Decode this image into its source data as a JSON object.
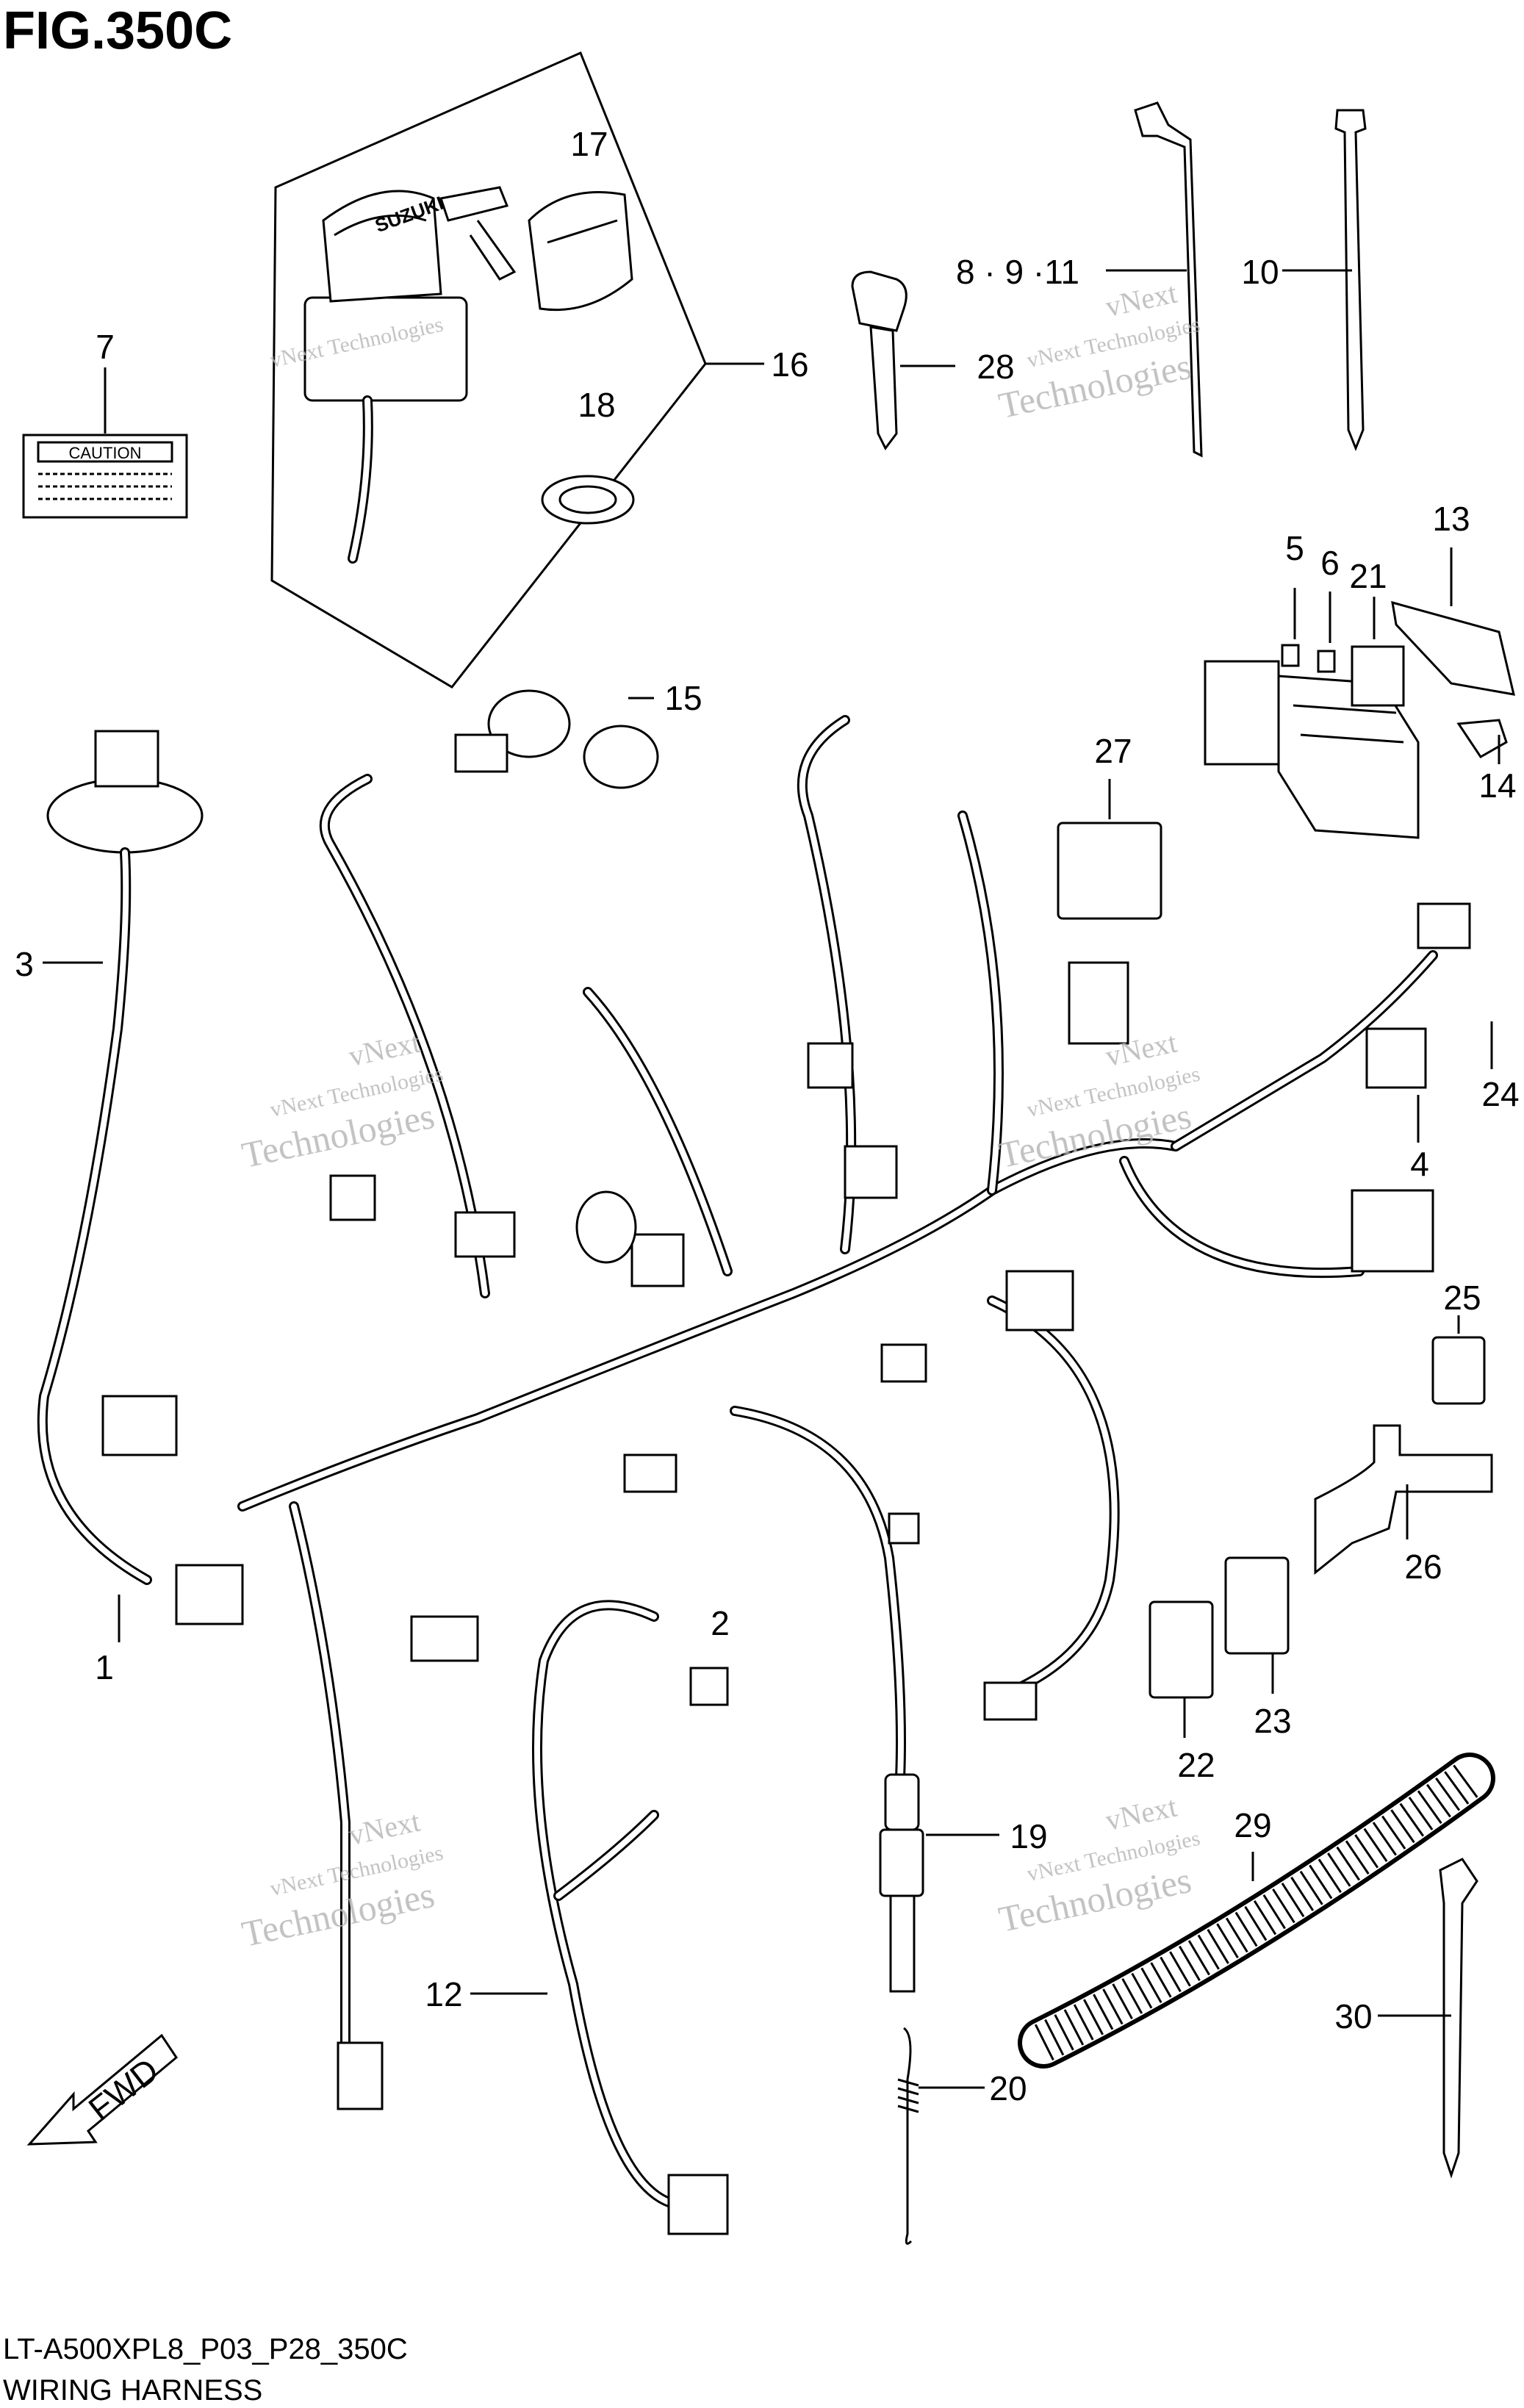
{
  "figure": {
    "title": "FIG.350C",
    "code": "LT-A500XPL8_P03_P28_350C",
    "caption": "WIRING HARNESS"
  },
  "parts": [
    {
      "id": "p1",
      "label": "1"
    },
    {
      "id": "p2",
      "label": "2"
    },
    {
      "id": "p3",
      "label": "3"
    },
    {
      "id": "p4",
      "label": "4"
    },
    {
      "id": "p5",
      "label": "5"
    },
    {
      "id": "p6",
      "label": "6"
    },
    {
      "id": "p7",
      "label": "7"
    },
    {
      "id": "p8911",
      "label": "8 · 9 ·11"
    },
    {
      "id": "p10",
      "label": "10"
    },
    {
      "id": "p12",
      "label": "12"
    },
    {
      "id": "p13",
      "label": "13"
    },
    {
      "id": "p14",
      "label": "14"
    },
    {
      "id": "p15",
      "label": "15"
    },
    {
      "id": "p16",
      "label": "16"
    },
    {
      "id": "p17",
      "label": "17"
    },
    {
      "id": "p18",
      "label": "18"
    },
    {
      "id": "p19",
      "label": "19"
    },
    {
      "id": "p20",
      "label": "20"
    },
    {
      "id": "p21",
      "label": "21"
    },
    {
      "id": "p22",
      "label": "22"
    },
    {
      "id": "p23",
      "label": "23"
    },
    {
      "id": "p24",
      "label": "24"
    },
    {
      "id": "p25",
      "label": "25"
    },
    {
      "id": "p26",
      "label": "26"
    },
    {
      "id": "p27",
      "label": "27"
    },
    {
      "id": "p28",
      "label": "28"
    },
    {
      "id": "p29",
      "label": "29"
    },
    {
      "id": "p30",
      "label": "30"
    }
  ],
  "caution_label": "CAUTION",
  "key_brand": "SUZUKI",
  "fwd_arrow": "FWD",
  "watermark": {
    "line1": "vNext Technologies",
    "line2": "vNext",
    "line3": "Technologies"
  }
}
